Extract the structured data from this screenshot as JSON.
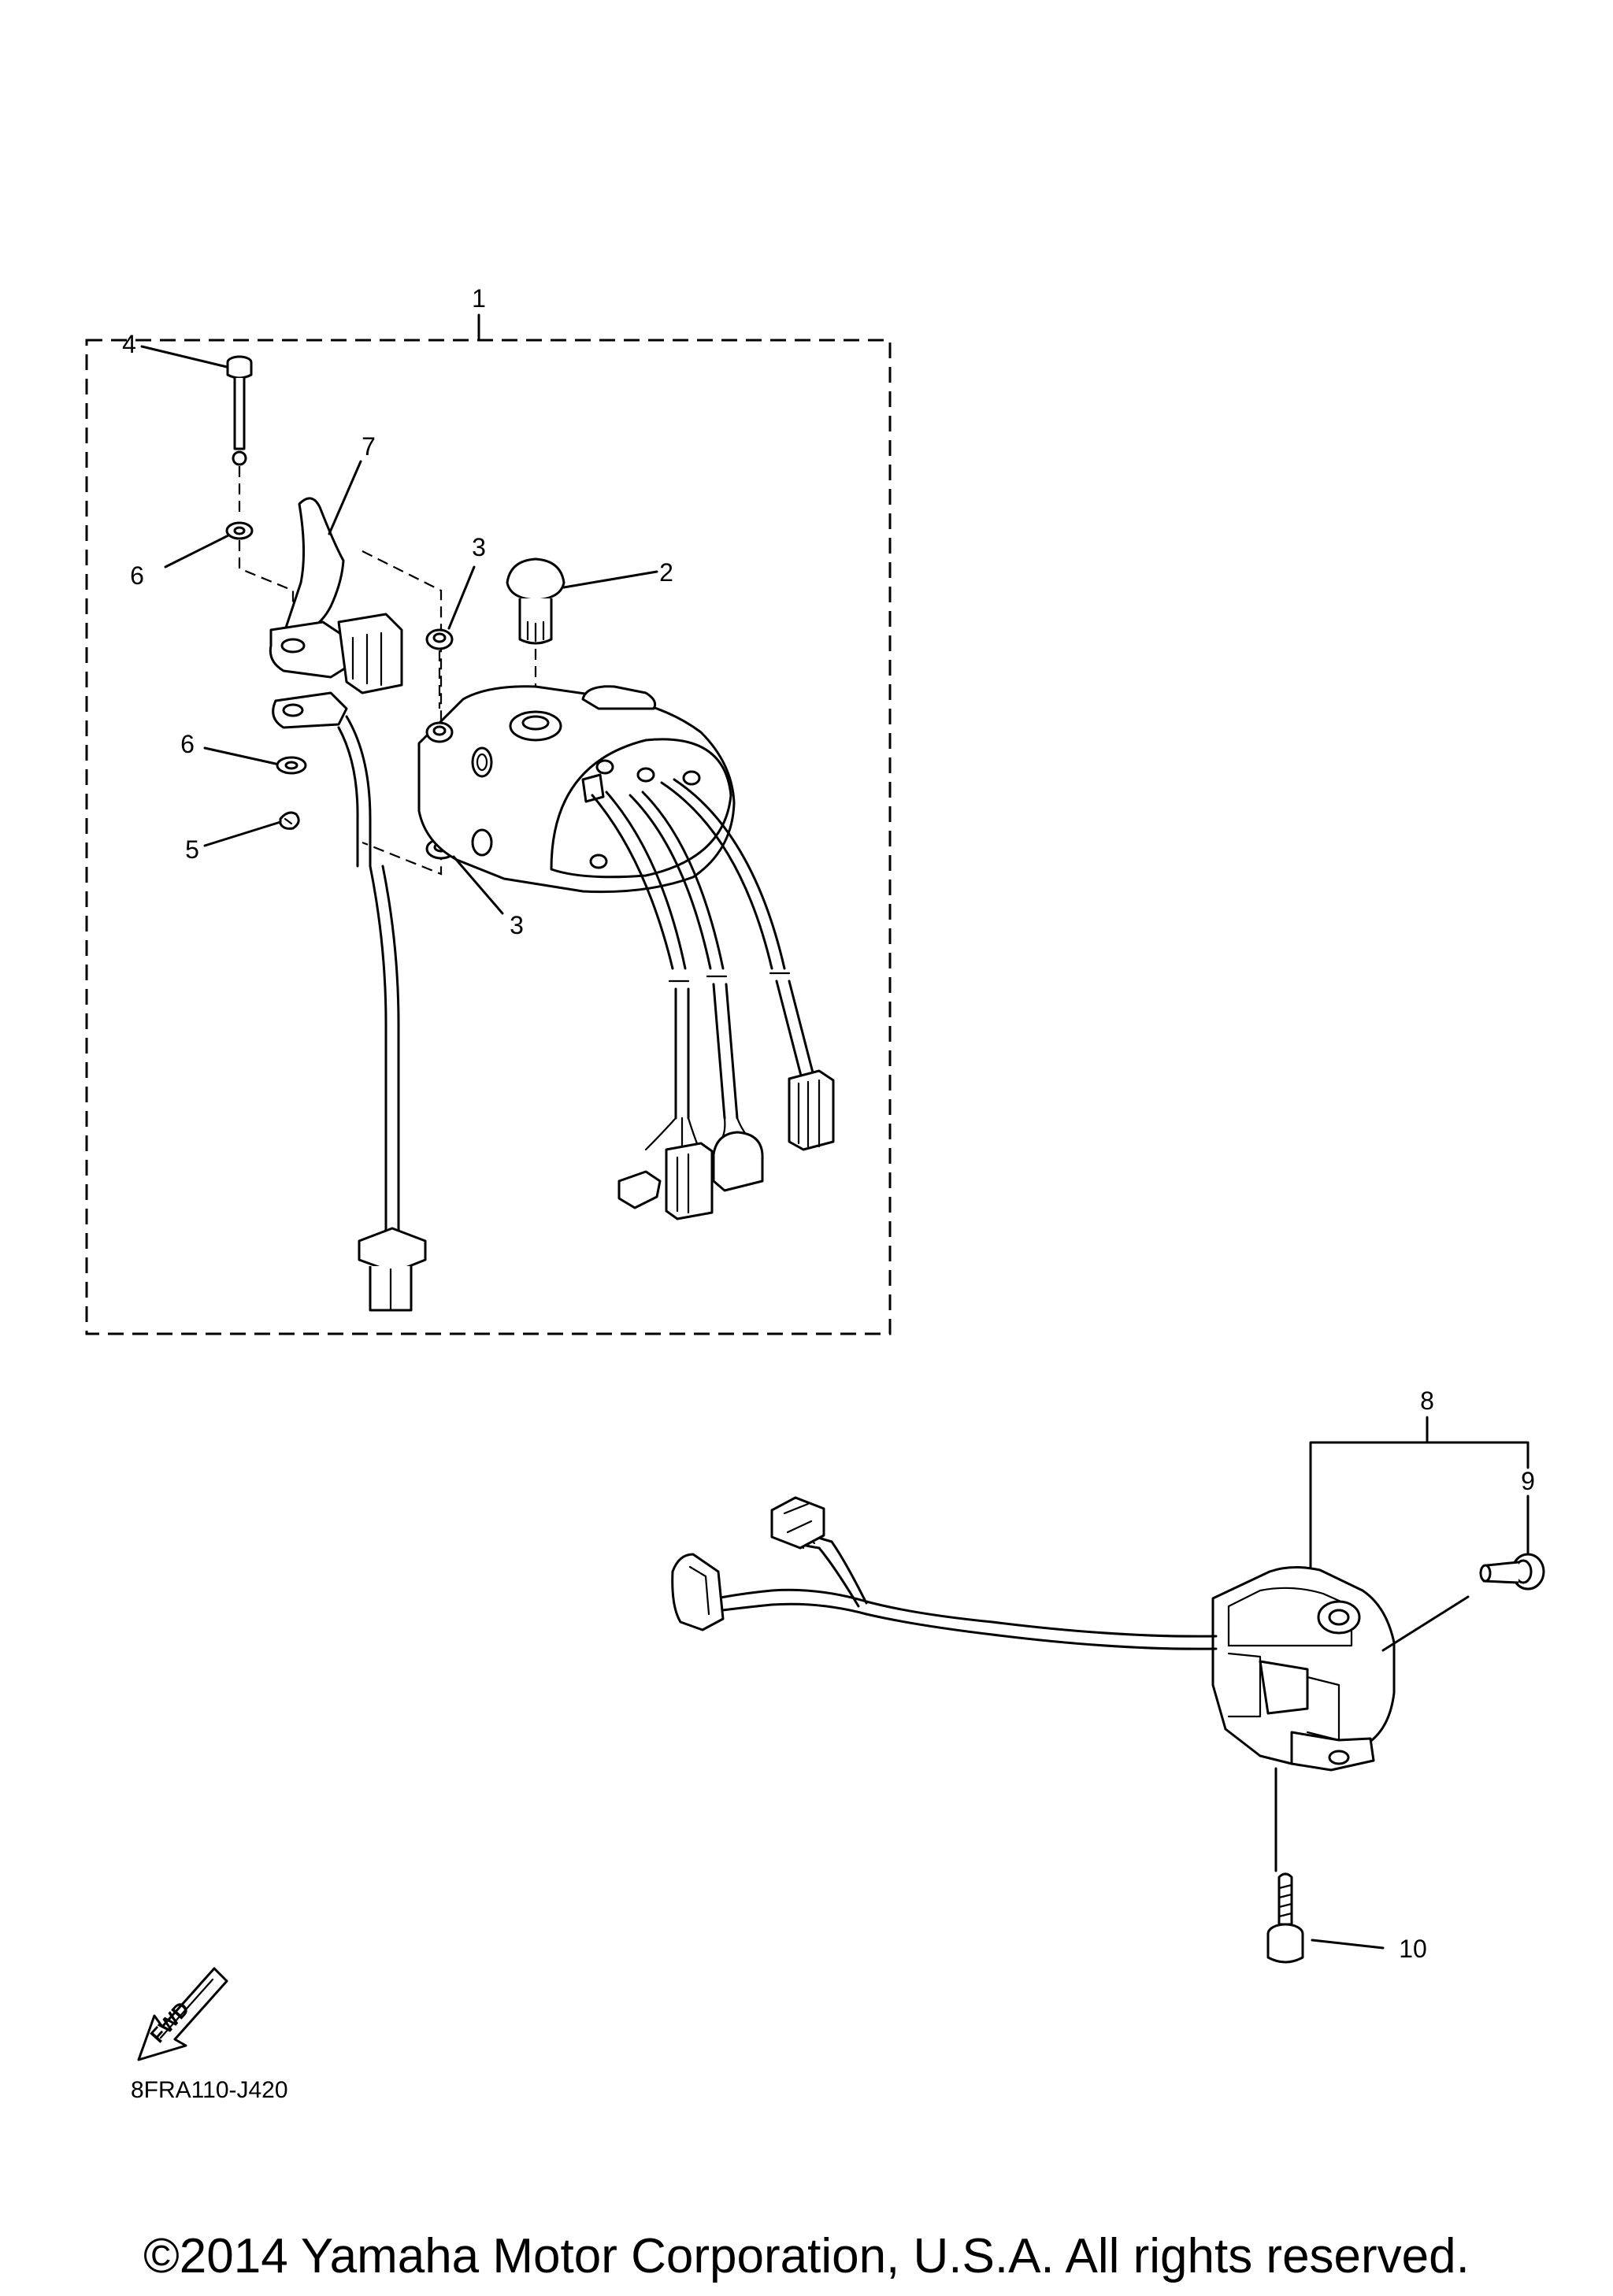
{
  "callouts": [
    {
      "id": "1",
      "text": "1"
    },
    {
      "id": "2",
      "text": "2"
    },
    {
      "id": "3a",
      "text": "3"
    },
    {
      "id": "3b",
      "text": "3"
    },
    {
      "id": "4",
      "text": "4"
    },
    {
      "id": "5",
      "text": "5"
    },
    {
      "id": "6a",
      "text": "6"
    },
    {
      "id": "6b",
      "text": "6"
    },
    {
      "id": "7",
      "text": "7"
    },
    {
      "id": "8",
      "text": "8"
    },
    {
      "id": "9",
      "text": "9"
    },
    {
      "id": "10",
      "text": "10"
    }
  ],
  "fwd_label": "FWD",
  "drawing_code": "8FRA110-J420",
  "copyright": "©2014 Yamaha Motor Corporation, U.S.A. All rights reserved."
}
